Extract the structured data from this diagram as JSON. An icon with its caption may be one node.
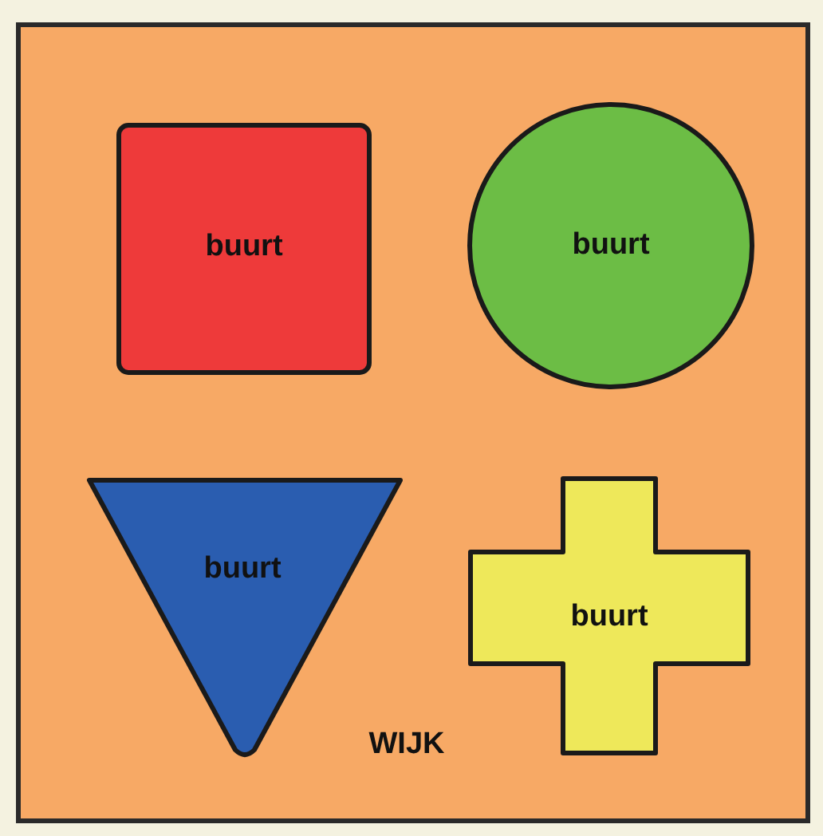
{
  "diagram": {
    "nodes": [
      {
        "text": [
          "WIJK"
        ]
      },
      {
        "text": [
          "buurt"
        ],
        "in": 0
      },
      {
        "text": [
          "buurt"
        ],
        "in": 0
      },
      {
        "text": [
          "buurt"
        ],
        "in": 0
      },
      {
        "text": [
          "buurt"
        ],
        "in": 0
      }
    ]
  }
}
